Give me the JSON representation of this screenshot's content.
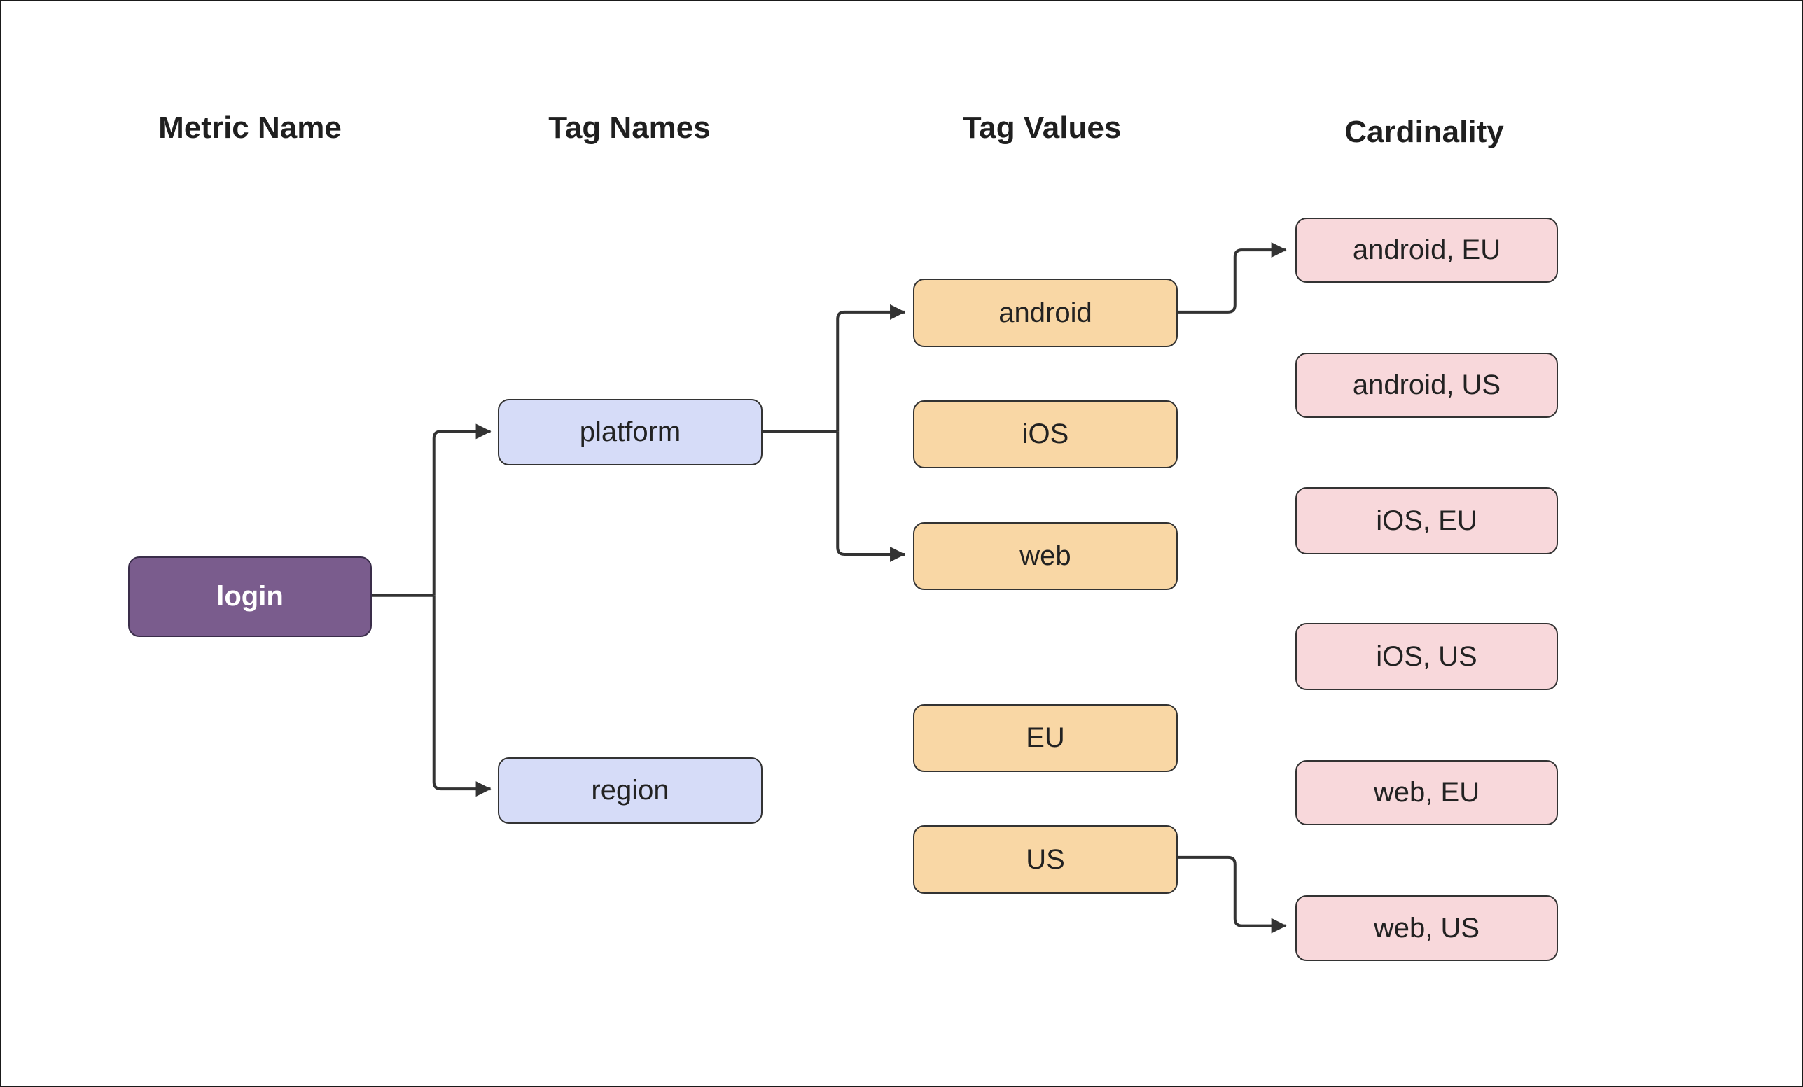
{
  "diagram": {
    "headers": {
      "metric_name": "Metric Name",
      "tag_names": "Tag Names",
      "tag_values": "Tag Values",
      "cardinality": "Cardinality"
    },
    "nodes": {
      "login": "login",
      "platform": "platform",
      "region": "region",
      "android": "android",
      "ios": "iOS",
      "web": "web",
      "eu": "EU",
      "us": "US",
      "android_eu": "android, EU",
      "android_us": "android, US",
      "ios_eu": "iOS, EU",
      "ios_us": "iOS, US",
      "web_eu": "web, EU",
      "web_us": "web, US"
    },
    "edges": [
      {
        "from": "login",
        "to": "platform",
        "arrow": true
      },
      {
        "from": "login",
        "to": "region",
        "arrow": true
      },
      {
        "from": "platform",
        "to": "android",
        "arrow": true
      },
      {
        "from": "platform",
        "to": "web",
        "arrow": true
      },
      {
        "from": "android",
        "to": "android_eu",
        "arrow": true
      },
      {
        "from": "us",
        "to": "web_us",
        "arrow": true
      }
    ],
    "colors": {
      "metric_fill": "#7a5c8d",
      "metric_text": "#ffffff",
      "tag_name_fill": "#d6dcf8",
      "tag_value_fill": "#f9d7a5",
      "cardinality_fill": "#f8d8db",
      "node_border": "#333333",
      "connector": "#333333",
      "heading_text": "#1f1f1f",
      "node_text": "#222222",
      "background": "#ffffff"
    }
  }
}
